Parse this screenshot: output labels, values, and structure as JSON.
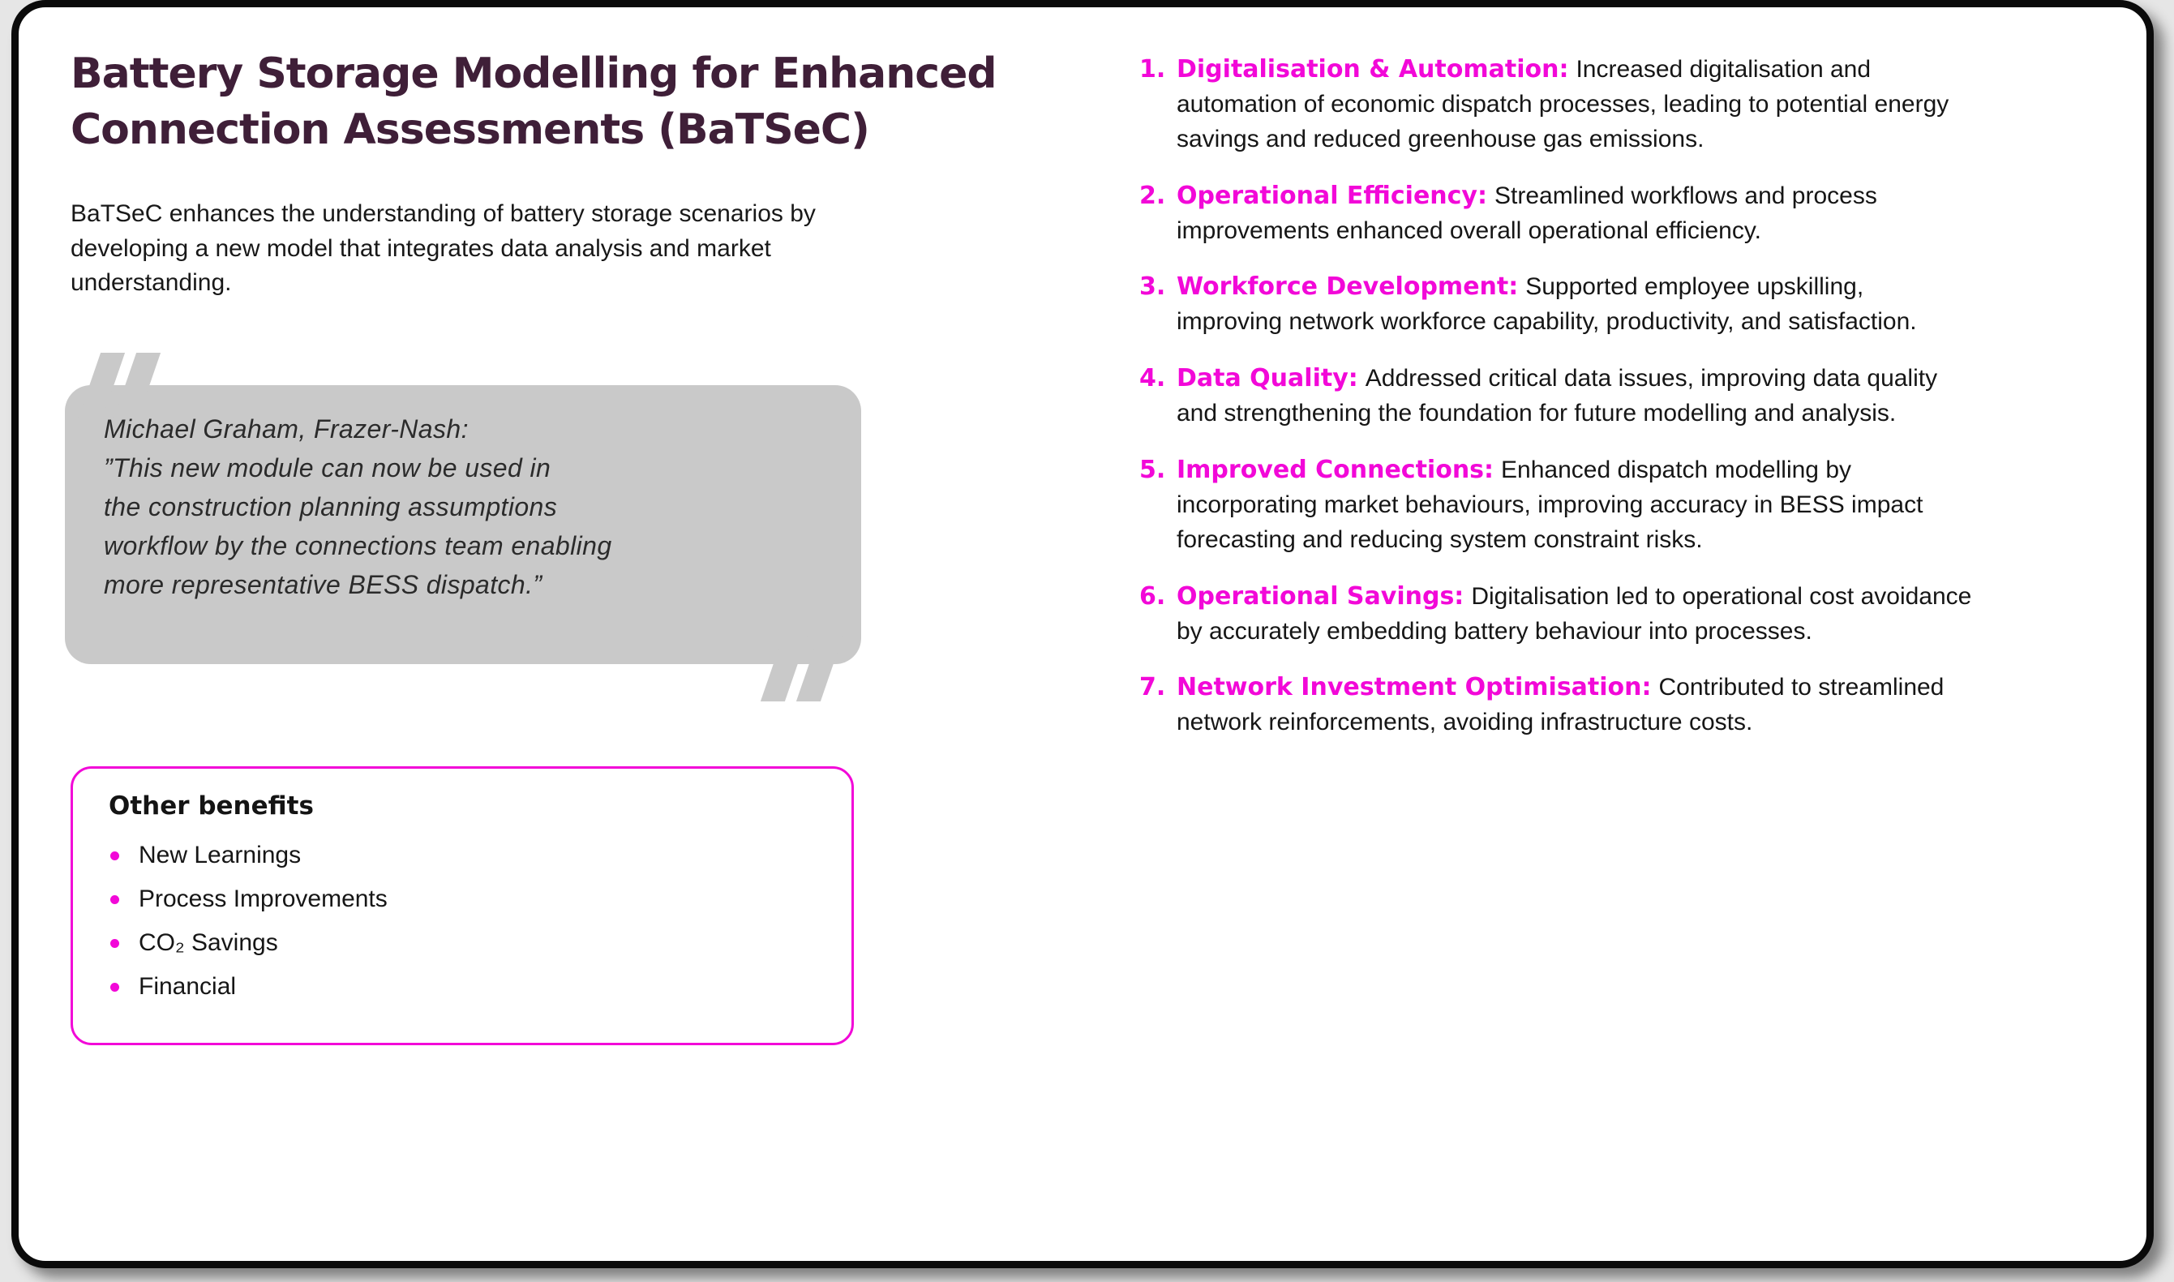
{
  "colors": {
    "accent": "#f208d8",
    "title": "#3f1f38",
    "quote_bg": "#c9c9c9",
    "card_border": "#0a0a0a",
    "page_bg": "#e6e6e6"
  },
  "header": {
    "title": "Battery Storage Modelling for Enhanced Connection Assessments (BaTSeC)"
  },
  "intro": {
    "text": "BaTSeC enhances the understanding of battery storage scenarios by developing a new model that integrates data analysis and market understanding."
  },
  "quote": {
    "attribution": "Michael Graham, Frazer-Nash:",
    "lines": [
      "”This new module can now be used in",
      "the construction planning assumptions",
      "workflow by the connections team enabling",
      "more representative BESS dispatch.”"
    ]
  },
  "other_benefits": {
    "title": "Other benefits",
    "items": [
      "New Learnings",
      "Process Improvements",
      "CO₂ Savings",
      "Financial"
    ]
  },
  "key_benefits": {
    "items": [
      {
        "num": "1.",
        "title": "Digitalisation & Automation:",
        "text": "Increased digitalisation and automation of economic dispatch processes, leading to potential energy savings and reduced greenhouse gas emissions."
      },
      {
        "num": "2.",
        "title": "Operational Efficiency:",
        "text": "Streamlined workflows and process improvements enhanced overall operational efficiency."
      },
      {
        "num": "3.",
        "title": "Workforce Development:",
        "text": "Supported employee upskilling, improving network workforce capability, productivity, and satisfaction."
      },
      {
        "num": "4.",
        "title": "Data Quality:",
        "text": "Addressed critical data issues, improving data quality and strengthening the foundation for future modelling and analysis."
      },
      {
        "num": "5.",
        "title": "Improved Connections:",
        "text": "Enhanced dispatch modelling by incorporating market behaviours, improving accuracy in BESS impact forecasting and reducing system constraint risks."
      },
      {
        "num": "6.",
        "title": "Operational Savings:",
        "text": "Digitalisation led to operational cost avoidance by accurately embedding battery behaviour into processes."
      },
      {
        "num": "7.",
        "title": "Network Investment Optimisation:",
        "text": "Contributed to streamlined network reinforcements, avoiding infrastructure costs."
      }
    ]
  }
}
